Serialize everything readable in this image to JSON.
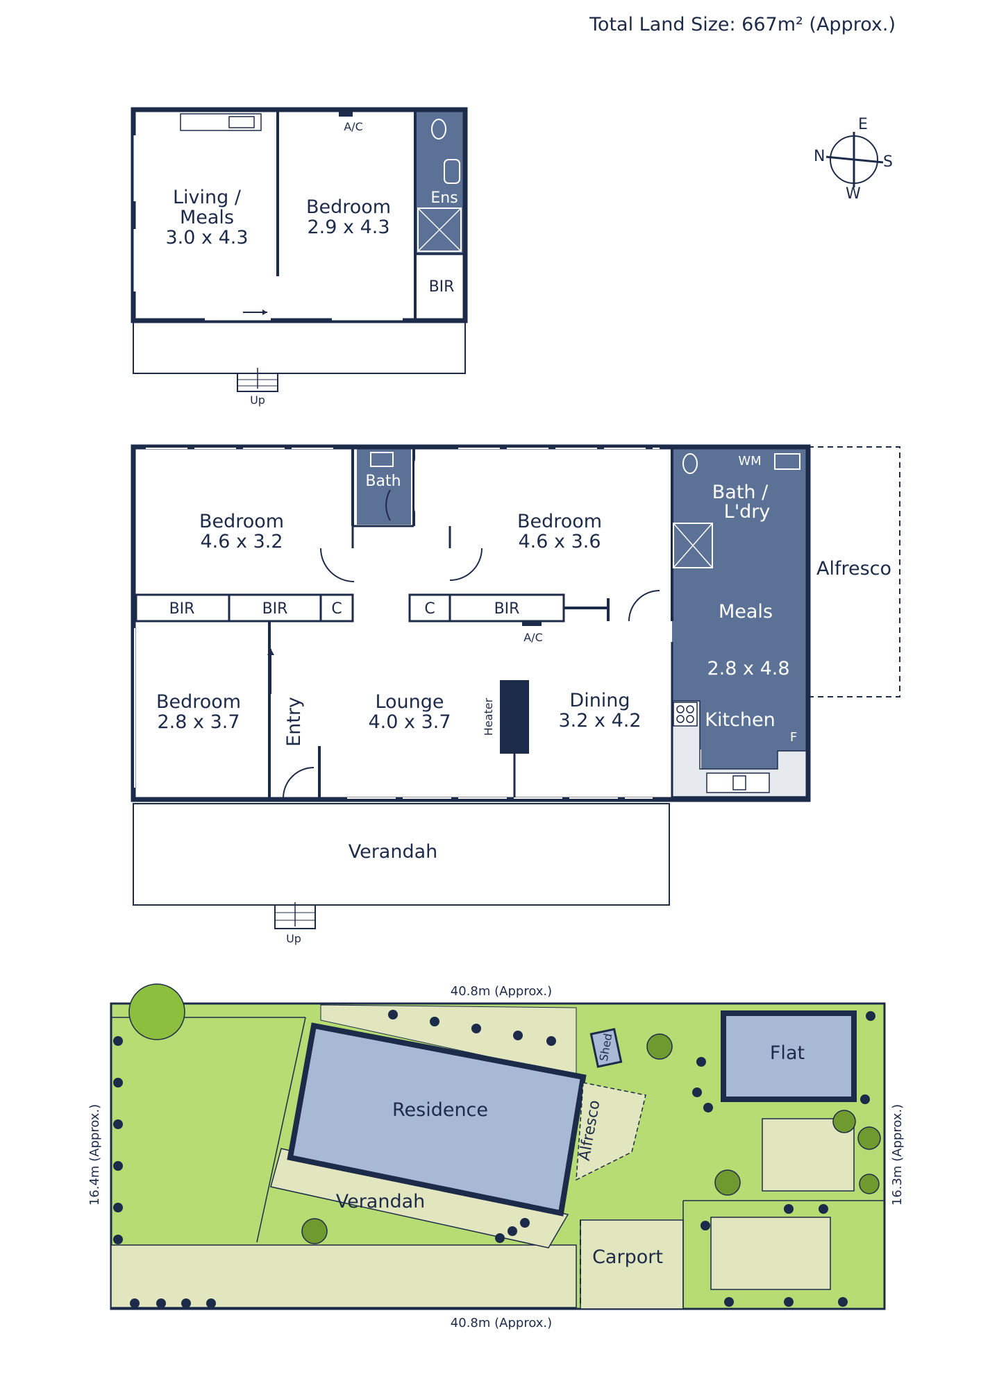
{
  "header": {
    "total_land_size": "Total Land Size: 667m² (Approx.)"
  },
  "compass": {
    "e": "E",
    "s": "S",
    "w": "W",
    "n": "N"
  },
  "flat_plan": {
    "living": {
      "name": "Living /",
      "name2": "Meals",
      "dims": "3.0 x 4.3"
    },
    "bedroom": {
      "name": "Bedroom",
      "dims": "2.9 x 4.3"
    },
    "ac": "A/C",
    "ens": "Ens",
    "bir": "BIR",
    "up": "Up"
  },
  "main_plan": {
    "bedroom1": {
      "name": "Bedroom",
      "dims": "4.6 x 3.2"
    },
    "bath": "Bath",
    "bedroom2": {
      "name": "Bedroom",
      "dims": "4.6 x 3.6"
    },
    "wm": "WM",
    "bath_ldry": {
      "name": "Bath /",
      "name2": "L'dry"
    },
    "alfresco": "Alfresco",
    "bir_a": "BIR",
    "bir_b": "BIR",
    "c_a": "C",
    "c_b": "C",
    "bir_c": "BIR",
    "ac": "A/C",
    "meals": {
      "name": "Meals",
      "dims": "2.8 x 4.8"
    },
    "bedroom3": {
      "name": "Bedroom",
      "dims": "2.8 x 3.7"
    },
    "entry": "Entry",
    "lounge": {
      "name": "Lounge",
      "dims": "4.0 x 3.7"
    },
    "heater": "Heater",
    "dining": {
      "name": "Dining",
      "dims": "3.2 x 4.2"
    },
    "kitchen": "Kitchen",
    "fridge": "F",
    "verandah": "Verandah",
    "up": "Up"
  },
  "site_plan": {
    "top_dim": "40.8m (Approx.)",
    "bottom_dim": "40.8m (Approx.)",
    "left_dim": "16.4m (Approx.)",
    "right_dim": "16.3m (Approx.)",
    "residence": "Residence",
    "verandah": "Verandah",
    "alfresco": "Alfresco",
    "shed": "Shed",
    "flat": "Flat",
    "carport": "Carport"
  },
  "colors": {
    "wall": "#1d2b4a",
    "wet_area": "#5b7296",
    "lawn": "#b6dc73",
    "paving": "#e2e6bf",
    "building": "#a8b9d6",
    "text": "#1d2b4a"
  }
}
